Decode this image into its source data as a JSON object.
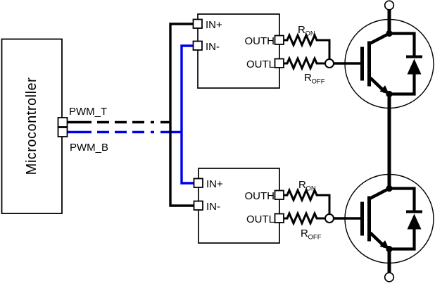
{
  "microcontroller": {
    "label": "Microcontroller"
  },
  "signals": {
    "pwm_t": "PWM_T",
    "pwm_b": "PWM_B"
  },
  "driver_top": {
    "in_plus": "IN+",
    "in_minus": "IN-",
    "out_high": "OUTH",
    "out_low": "OUTL",
    "r_on": {
      "base": "R",
      "sub": "ON"
    },
    "r_off": {
      "base": "R",
      "sub": "OFF"
    }
  },
  "driver_bottom": {
    "in_plus": "IN+",
    "in_minus": "IN-",
    "out_high": "OUTH",
    "out_low": "OUTL",
    "r_on": {
      "base": "R",
      "sub": "ON"
    },
    "r_off": {
      "base": "R",
      "sub": "OFF"
    }
  },
  "colors": {
    "wire_pwm_t": "#000000",
    "wire_pwm_b": "#0000EE",
    "outline": "#000000"
  }
}
